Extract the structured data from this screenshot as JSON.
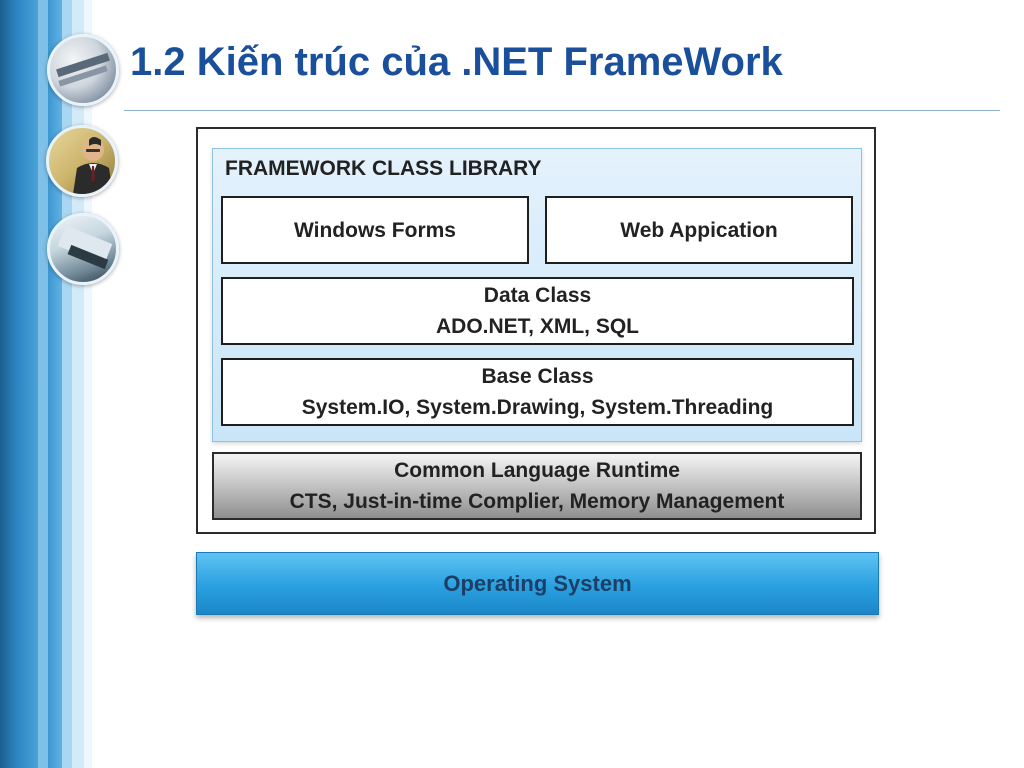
{
  "slide": {
    "title": "1.2 Kiến trúc của .NET FrameWork"
  },
  "diagram": {
    "framework_class_library": {
      "label": "FRAMEWORK CLASS LIBRARY",
      "windows_forms": "Windows Forms",
      "web_application": "Web Appication",
      "data_class": {
        "line1": "Data Class",
        "line2": "ADO.NET, XML, SQL"
      },
      "base_class": {
        "line1": "Base Class",
        "line2": "System.IO, System.Drawing, System.Threading"
      }
    },
    "common_language_runtime": {
      "line1": "Common Language Runtime",
      "line2": "CTS, Just-in-time Complier, Memory Management"
    },
    "operating_system": "Operating System"
  },
  "colors": {
    "title": "#1a4f9c",
    "fcl_background": "#c9e5f8",
    "os_background": "#2aa0e0",
    "clr_background": "#bdbdbd"
  }
}
